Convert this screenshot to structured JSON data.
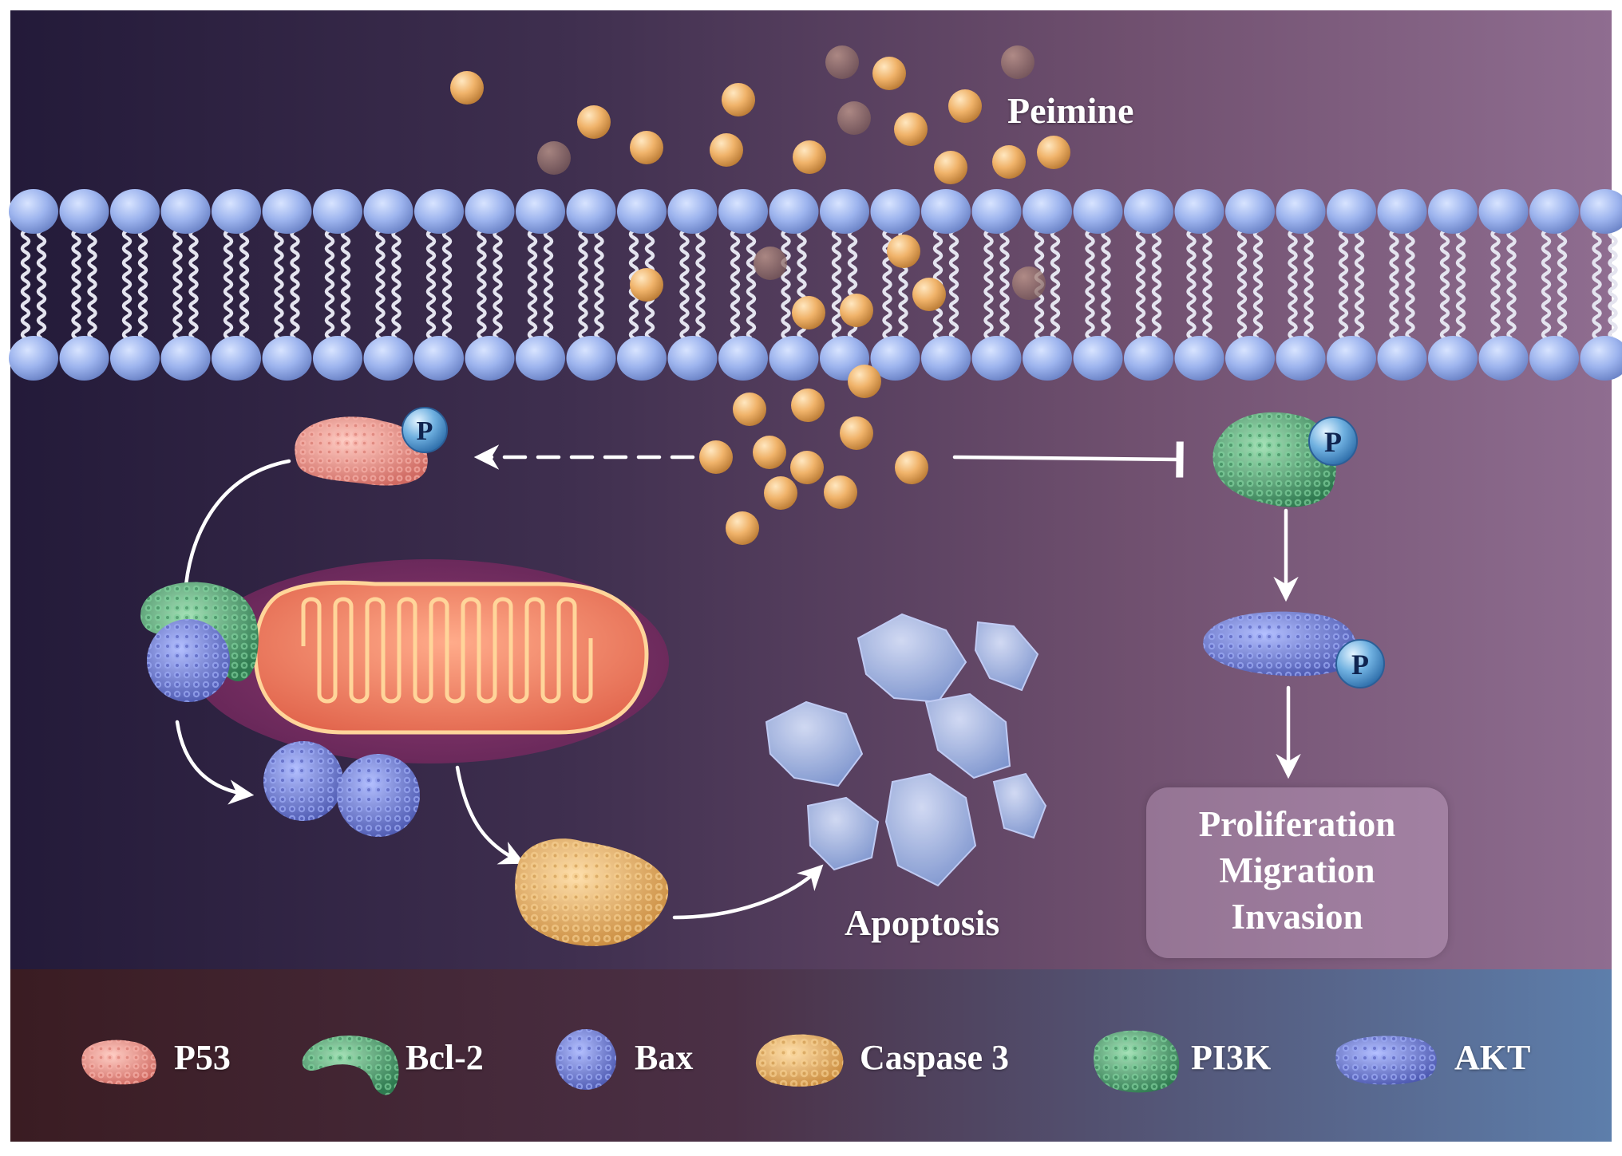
{
  "diagram": {
    "drug_label": "Peimine",
    "apoptosis_label": "Apoptosis",
    "phospho_symbol": "P",
    "outcomes": [
      "Proliferation",
      "Migration",
      "Invasion"
    ]
  },
  "legend": [
    {
      "label": "P53",
      "protein": "p53-protein-icon",
      "color": "#ef9a92"
    },
    {
      "label": "Bcl-2",
      "protein": "bcl2-protein-icon",
      "color": "#63b586"
    },
    {
      "label": "Bax",
      "protein": "bax-protein-icon",
      "color": "#7f8ee0"
    },
    {
      "label": "Caspase 3",
      "protein": "caspase3-protein-icon",
      "color": "#f2c27c"
    },
    {
      "label": "PI3K",
      "protein": "pi3k-protein-icon",
      "color": "#4fa874"
    },
    {
      "label": "AKT",
      "protein": "akt-protein-icon",
      "color": "#7c88d8"
    }
  ],
  "colors": {
    "background_left": "#2b1e3e",
    "background_right": "#8c6a8c",
    "membrane_head": "#9db4ee",
    "lipid_tail": "#e6e6f0",
    "drug_particle": "#f0b36a",
    "mitochondrion": "#f07a5c",
    "legend_bar_left": "#3b1e22",
    "legend_bar_right": "#5a78a6"
  }
}
